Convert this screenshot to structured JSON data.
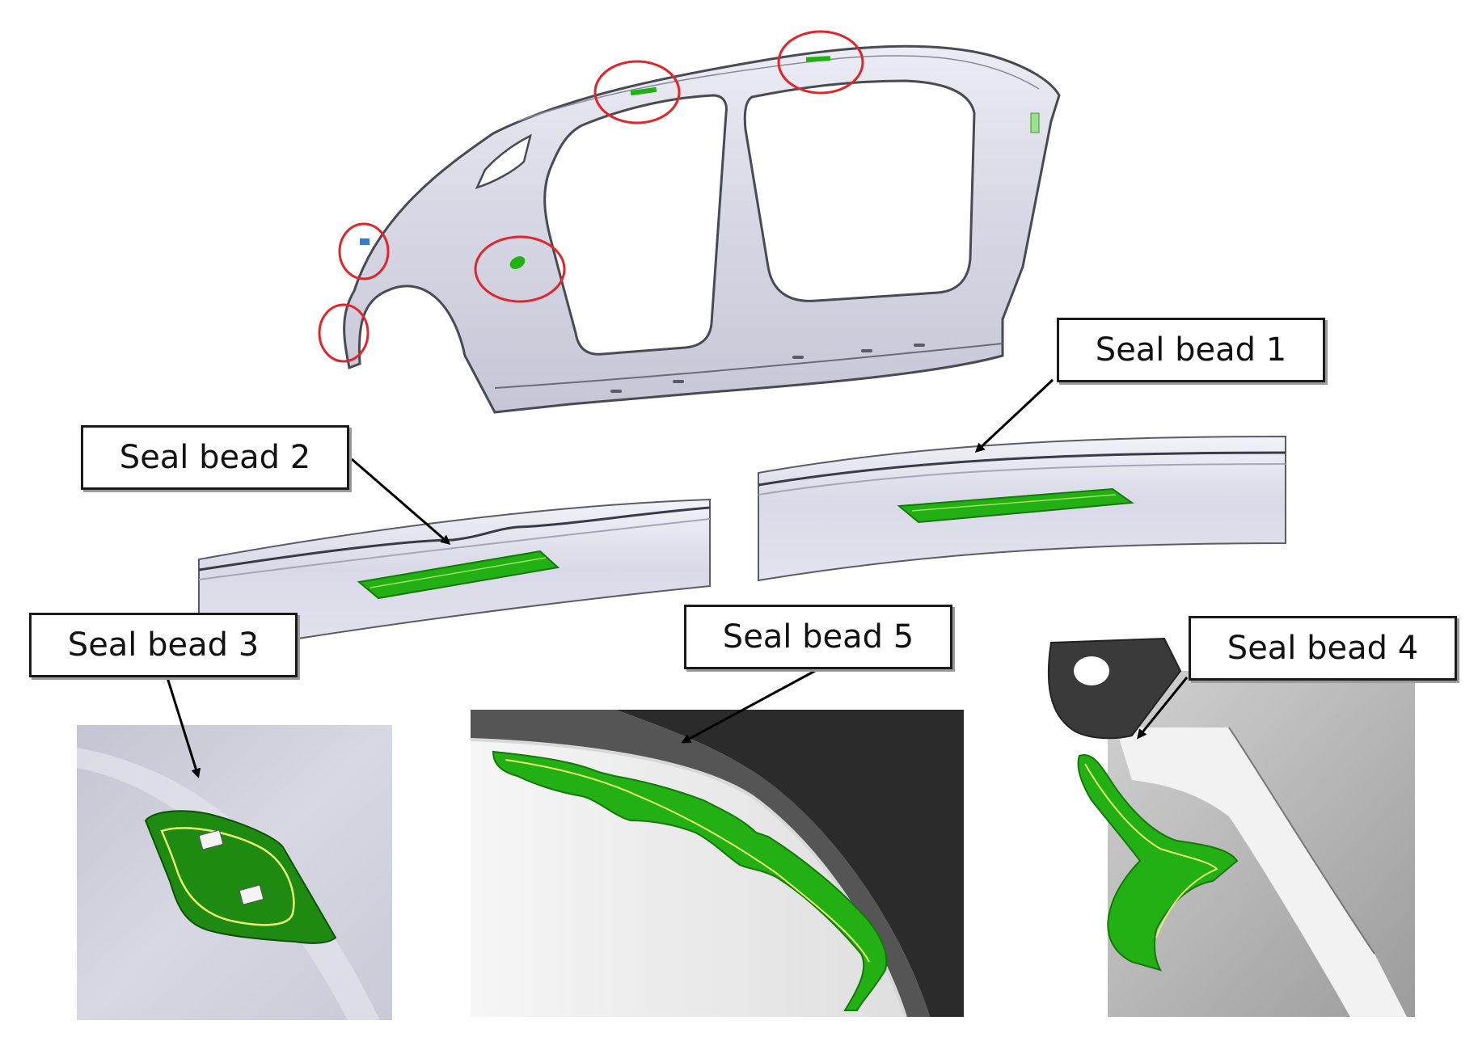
{
  "figure": {
    "callouts": [
      {
        "id": "seal-bead-1",
        "label": "Seal bead 1"
      },
      {
        "id": "seal-bead-2",
        "label": "Seal bead 2"
      },
      {
        "id": "seal-bead-3",
        "label": "Seal bead 3"
      },
      {
        "id": "seal-bead-4",
        "label": "Seal bead 4"
      },
      {
        "id": "seal-bead-5",
        "label": "Seal bead 5"
      }
    ],
    "colors": {
      "body_panel": "#d9d9e6",
      "panel_edge": "#4a4a55",
      "seal_green": "#22b014",
      "seal_dark_green": "#137a0a",
      "seal_centerline": "#e8f070",
      "highlight_circle": "#e0262b",
      "dark_panel": "#2b2b2b"
    }
  }
}
